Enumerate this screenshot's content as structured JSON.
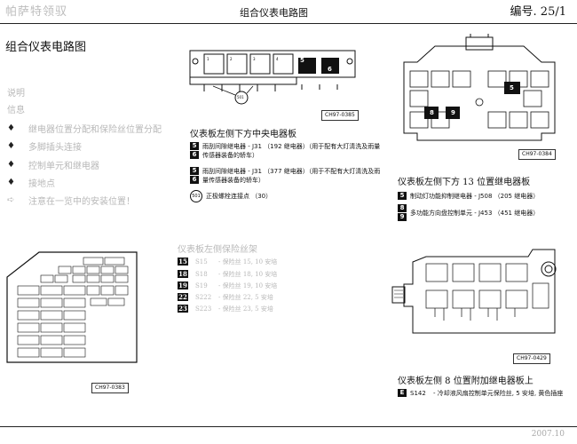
{
  "header": {
    "left": "帕萨特领驭",
    "center": "组合仪表电路图",
    "right": "编号. 25/1"
  },
  "page_title": "组合仪表电路图",
  "sidebar": {
    "label_description": "说明",
    "label_info": "信息",
    "items": [
      {
        "bullet": "♦",
        "text": "继电器位置分配和保险丝位置分配"
      },
      {
        "bullet": "♦",
        "text": "多脚插头连接"
      },
      {
        "bullet": "♦",
        "text": "控制单元和继电器"
      },
      {
        "bullet": "♦",
        "text": "接地点"
      },
      {
        "bullet": "➪",
        "text": "注意在一览中的安装位置！"
      }
    ]
  },
  "central_panel": {
    "diagram_code": "CH97-0385",
    "caption": "仪表板左侧下方中央电器板",
    "relay_numbers": [
      "5",
      "6"
    ],
    "ground_label": "501",
    "entries": [
      {
        "badges": [
          "5",
          "6"
        ],
        "text": "雨刮间隙继电器 - J31 （192 继电器）（用于配有大灯清洗及雨量传感器装备的轿车）"
      },
      {
        "badges": [
          "5",
          "6"
        ],
        "text": "雨刮间隙继电器 - J31 （377 继电器）（用于不配有大灯清洗及雨量传感器装备的轿车）"
      },
      {
        "circle": "501",
        "text": "正极螺栓连接点 （30）"
      }
    ]
  },
  "relay13_panel": {
    "diagram_code": "CH97-0384",
    "caption": "仪表板左侧下方 13 位置继电器板",
    "relay_numbers": [
      "5",
      "8",
      "9"
    ],
    "entries": [
      {
        "badges": [
          "5"
        ],
        "text": "制动灯功能抑制继电器 - J508 （205 继电器）"
      },
      {
        "badges": [
          "8",
          "9"
        ],
        "text": "多功能方向盘控制单元 - J453 （451 继电器）"
      }
    ]
  },
  "fuse_panel": {
    "title": "仪表板左侧保险丝架",
    "rows": [
      {
        "badge": "15",
        "fuse": "S15",
        "desc": "- 保险丝 15, 10 安培"
      },
      {
        "badge": "18",
        "fuse": "S18",
        "desc": "- 保险丝 18, 10 安培"
      },
      {
        "badge": "19",
        "fuse": "S19",
        "desc": "- 保险丝 19, 10 安培"
      },
      {
        "badge": "22",
        "fuse": "S222",
        "desc": "- 保险丝 22, 5 安培"
      },
      {
        "badge": "23",
        "fuse": "S223",
        "desc": "- 保险丝 23, 5 安培"
      }
    ]
  },
  "fuse_box_diagram_code": "CH97-0383",
  "relay8_panel": {
    "diagram_code": "CH97-0429",
    "caption": "仪表板左侧 8 位置附加继电器板上",
    "entries": [
      {
        "badge": "E",
        "code": "S142",
        "text": "- 冷却液风扇控制单元保险丝, 5 安培, 黄色插座"
      }
    ]
  },
  "footer": {
    "date": "2007.10"
  }
}
